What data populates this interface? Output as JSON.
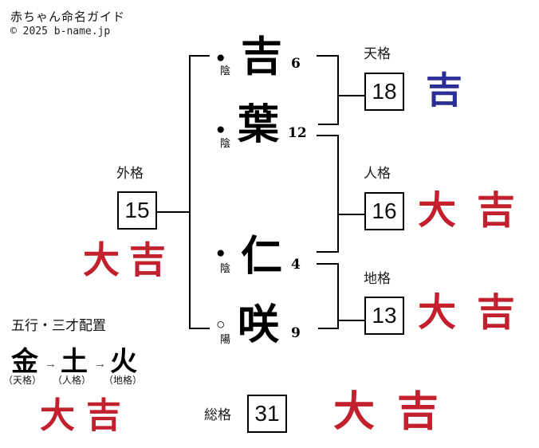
{
  "header": {
    "title": "赤ちゃん命名ガイド",
    "copyright": "© 2025 b-name.jp"
  },
  "name_chars": [
    {
      "char": "吉",
      "strokes": "6",
      "polarity_symbol": "●",
      "polarity_label": "陰"
    },
    {
      "char": "葉",
      "strokes": "12",
      "polarity_symbol": "●",
      "polarity_label": "陰"
    },
    {
      "char": "仁",
      "strokes": "4",
      "polarity_symbol": "●",
      "polarity_label": "陰"
    },
    {
      "char": "咲",
      "strokes": "9",
      "polarity_symbol": "○",
      "polarity_label": "陽"
    }
  ],
  "kaku": {
    "tenkaku": {
      "label": "天格",
      "value": "18",
      "result": "吉",
      "result_color": "#2b2e96"
    },
    "jinkaku": {
      "label": "人格",
      "value": "16",
      "result": "大吉",
      "result_color": "#c1202c"
    },
    "chikaku": {
      "label": "地格",
      "value": "13",
      "result": "大吉",
      "result_color": "#c1202c"
    },
    "gaikaku": {
      "label": "外格",
      "value": "15",
      "result": "大吉",
      "result_color": "#c1202c"
    },
    "soukaku": {
      "label": "総格",
      "value": "31",
      "result": "大吉",
      "result_color": "#c1202c"
    }
  },
  "gogyo": {
    "title": "五行・三才配置",
    "arrow": "→",
    "elements": [
      {
        "element": "金",
        "kaku": "（天格）"
      },
      {
        "element": "土",
        "kaku": "（人格）"
      },
      {
        "element": "火",
        "kaku": "（地格）"
      }
    ],
    "result": "大吉",
    "result_color": "#c1202c"
  },
  "colors": {
    "line": "#000000",
    "lucky_red": "#c1202c",
    "good_blue": "#2b2e96",
    "background": "#ffffff"
  }
}
